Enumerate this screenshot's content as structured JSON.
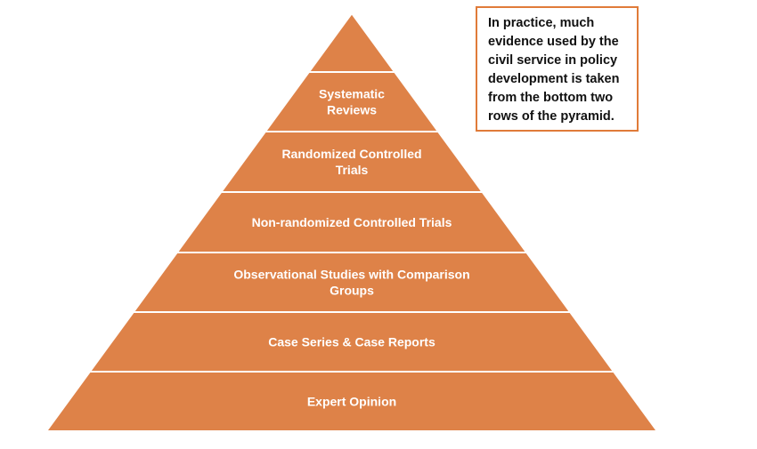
{
  "colors": {
    "tier_fill": "#DE8248",
    "tier_text": "#ffffff",
    "note_border": "#E07B39",
    "note_text": "#111111"
  },
  "pyramid": {
    "tiers": [
      {
        "id": "apex",
        "lines": []
      },
      {
        "id": "systematic-reviews",
        "lines": [
          "Systematic",
          "Reviews"
        ]
      },
      {
        "id": "randomized-controlled-trials",
        "lines": [
          "Randomized Controlled",
          "Trials"
        ]
      },
      {
        "id": "non-randomized-controlled-trials",
        "lines": [
          "Non-randomized Controlled Trials"
        ]
      },
      {
        "id": "observational-studies",
        "lines": [
          "Observational Studies with Comparison",
          "Groups"
        ]
      },
      {
        "id": "case-series-case-reports",
        "lines": [
          "Case Series & Case Reports"
        ]
      },
      {
        "id": "expert-opinion",
        "lines": [
          "Expert Opinion"
        ]
      }
    ]
  },
  "note": {
    "text": "In practice, much evidence used by the civil service in policy development is taken from the bottom two rows of the pyramid."
  }
}
